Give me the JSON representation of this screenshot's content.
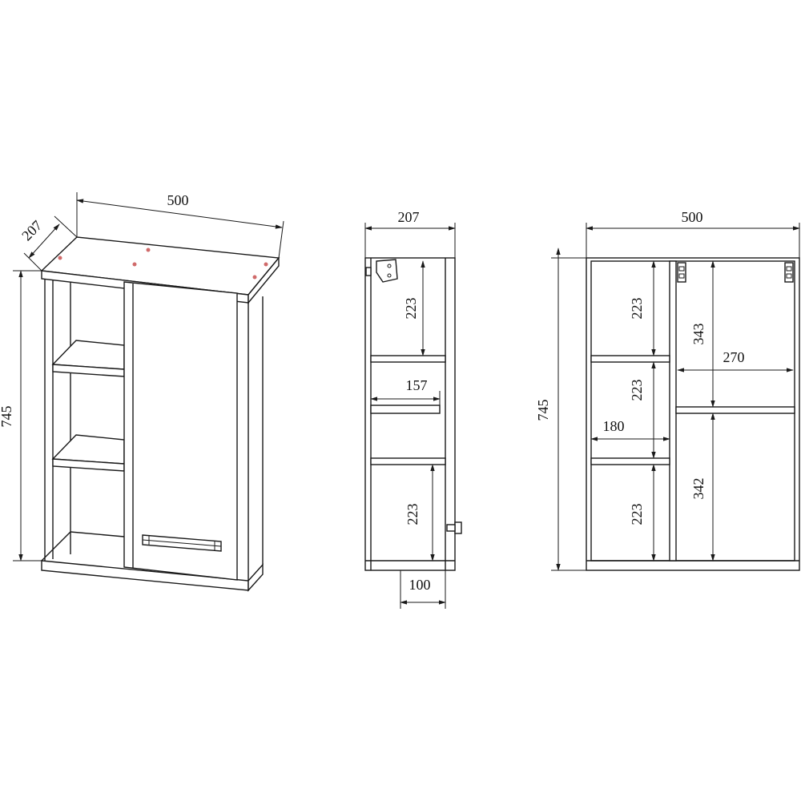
{
  "views": {
    "perspective": {
      "width": "500",
      "depth": "207",
      "height": "745"
    },
    "side": {
      "depth": "207",
      "shelf_gap_top": "223",
      "shelf_depth": "157",
      "shelf_gap_bottom": "223",
      "handle_offset": "100"
    },
    "front": {
      "width": "500",
      "height": "745",
      "left_gap_top": "223",
      "left_gap_mid": "223",
      "left_gap_bottom": "223",
      "left_width": "180",
      "right_width": "270",
      "right_upper": "343",
      "right_lower": "342"
    }
  }
}
